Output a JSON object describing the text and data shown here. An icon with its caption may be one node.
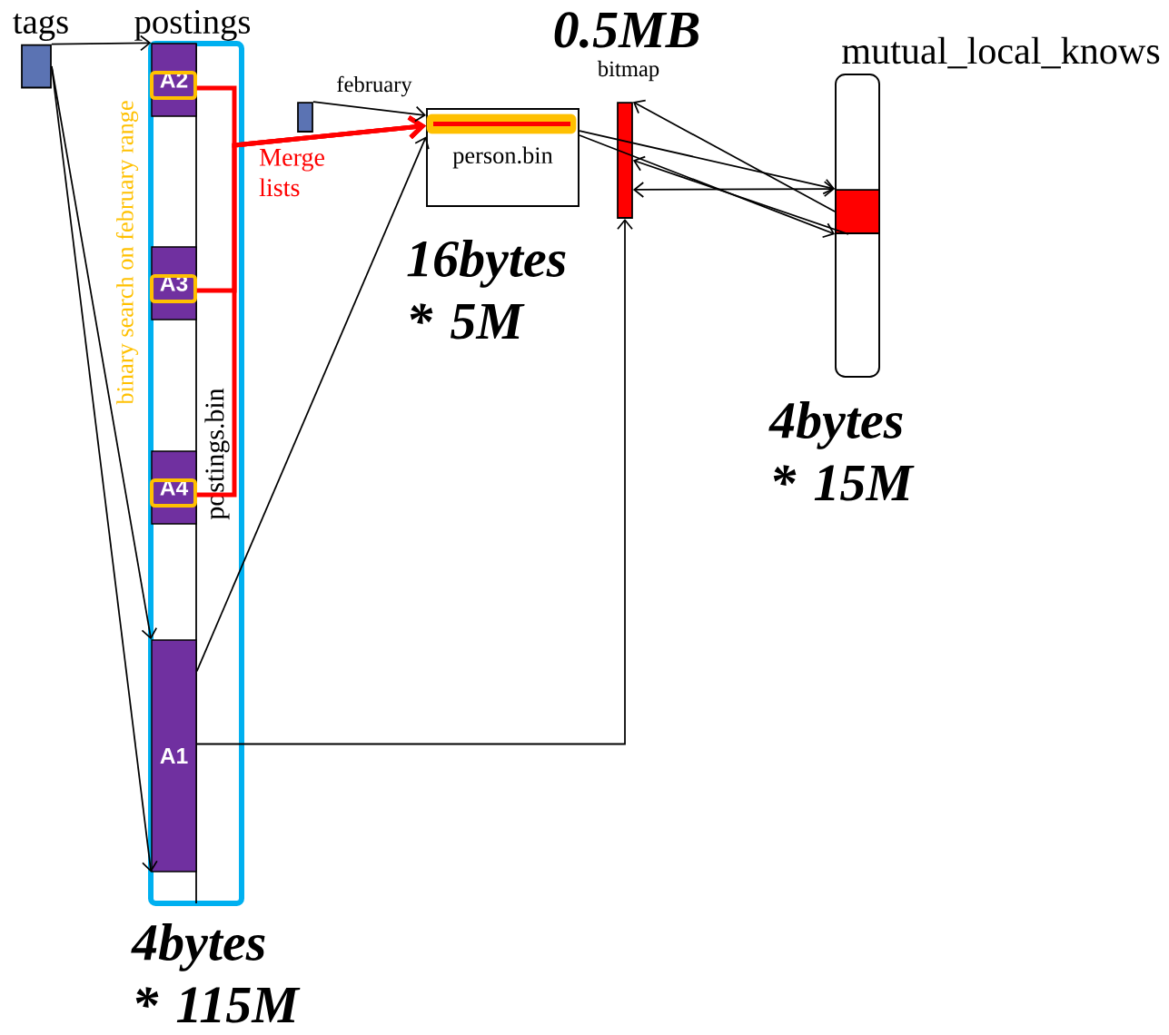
{
  "diagram": {
    "nodes": [
      {
        "text": [
          "tags"
        ]
      },
      {
        "text": [
          "postings",
          "postings.bin"
        ],
        "beside": [
          "4bytes * 115M"
        ]
      },
      {
        "text": [
          "A2"
        ],
        "in": 1
      },
      {
        "text": [
          "A3"
        ],
        "in": 1
      },
      {
        "text": [
          "A4"
        ],
        "in": 1
      },
      {
        "text": [
          "A1"
        ],
        "in": 1
      },
      {
        "text": [
          "february"
        ]
      },
      {
        "text": [
          "person.bin"
        ],
        "beside": [
          "16bytes * 5M"
        ]
      },
      {
        "text": [
          "bitmap"
        ],
        "beside": [
          "0.5MB"
        ]
      },
      {
        "text": [
          "mutual_local_knows"
        ],
        "beside": [
          "4bytes * 15M"
        ]
      },
      {
        "text": [],
        "shape": "box",
        "in": 9
      }
    ],
    "edges": [
      {
        "from": 0,
        "to": 2,
        "arrow": "to"
      },
      {
        "from": 0,
        "to": 5,
        "arrow": "to"
      },
      {
        "from": 0,
        "to": 5,
        "arrow": "to"
      },
      {
        "from": 2,
        "to": 7,
        "arrow": "to",
        "label": "Merge lists",
        "style": "thick",
        "color": "#ff0000"
      },
      {
        "from": 3,
        "to": 7,
        "arrow": "to",
        "style": "thick",
        "color": "#ff0000"
      },
      {
        "from": 4,
        "to": 7,
        "arrow": "to",
        "style": "thick",
        "color": "#ff0000"
      },
      {
        "from": 6,
        "to": 7,
        "arrow": "to"
      },
      {
        "from": 5,
        "to": 7,
        "arrow": "to"
      },
      {
        "from": 5,
        "to": 8,
        "arrow": "to"
      },
      {
        "from": 7,
        "to": 10,
        "arrow": "to"
      },
      {
        "from": 7,
        "to": 10,
        "arrow": "to"
      },
      {
        "from": 10,
        "to": 8,
        "arrow": "to"
      },
      {
        "from": 10,
        "to": 8,
        "arrow": "to"
      },
      {
        "from": 8,
        "to": 10,
        "arrow": "both"
      }
    ],
    "labels": [
      "binary search on february range"
    ]
  }
}
